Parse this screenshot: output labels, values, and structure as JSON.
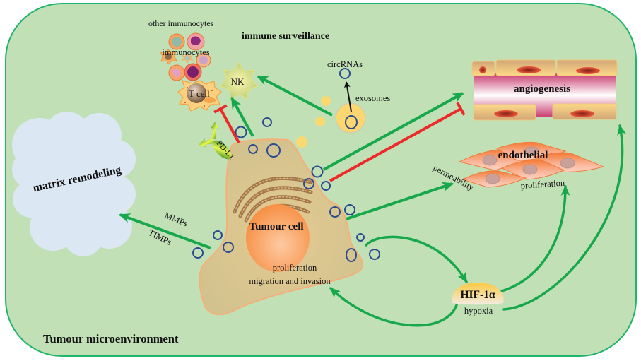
{
  "figure": {
    "background_label": "Tumour microenvironment",
    "immune": {
      "section_title": "immune surveillance",
      "other_immunocytes": "other immunocytes",
      "immunocytes": "immunocytes",
      "nk": "NK",
      "t_cell": "T cell",
      "pd_l1": "PD-L1"
    },
    "exosome": {
      "circrnas": "circRNAs",
      "exosomes": "exosomes"
    },
    "vessel": {
      "angiogenesis": "angiogenesis"
    },
    "endothelial": {
      "title": "endothelial",
      "permeability": "permeability",
      "proliferation": "proliferation"
    },
    "matrix": {
      "title": "matrix remodeling",
      "mmps": "MMPs",
      "timps": "TIMPs"
    },
    "tumour": {
      "title": "Tumour cell",
      "proliferation": "proliferation",
      "migration": "migration and invasion"
    },
    "hif": {
      "title": "HIF-1α",
      "hypoxia": "hypoxia"
    }
  },
  "relations": [
    {
      "from": "exosomes",
      "to": "NK",
      "type": "promote"
    },
    {
      "from": "Tumour cell",
      "to": "NK",
      "type": "promote"
    },
    {
      "from": "PD-L1",
      "to": "T cell",
      "type": "inhibit"
    },
    {
      "from": "exosomes",
      "to": "circRNAs",
      "type": "release"
    },
    {
      "from": "Tumour cell",
      "to": "angiogenesis",
      "type": "promote"
    },
    {
      "from": "Tumour cell",
      "to": "angiogenesis",
      "type": "inhibit"
    },
    {
      "from": "Tumour cell",
      "to": "endothelial permeability",
      "type": "promote"
    },
    {
      "from": "Tumour cell",
      "to": "matrix remodeling",
      "type": "promote",
      "via": "MMPs / TIMPs"
    },
    {
      "from": "Tumour cell",
      "to": "HIF-1α",
      "type": "promote"
    },
    {
      "from": "HIF-1α",
      "to": "Tumour cell proliferation, migration and invasion",
      "type": "promote"
    },
    {
      "from": "HIF-1α",
      "to": "endothelial proliferation",
      "type": "promote"
    },
    {
      "from": "HIF-1α",
      "to": "angiogenesis",
      "type": "promote"
    }
  ],
  "colors": {
    "background": "#c1e0b6",
    "border": "#1fb36b",
    "promote": "#18a84c",
    "inhibit": "#ec2a2a",
    "vesicle": "#2d4b8e"
  }
}
